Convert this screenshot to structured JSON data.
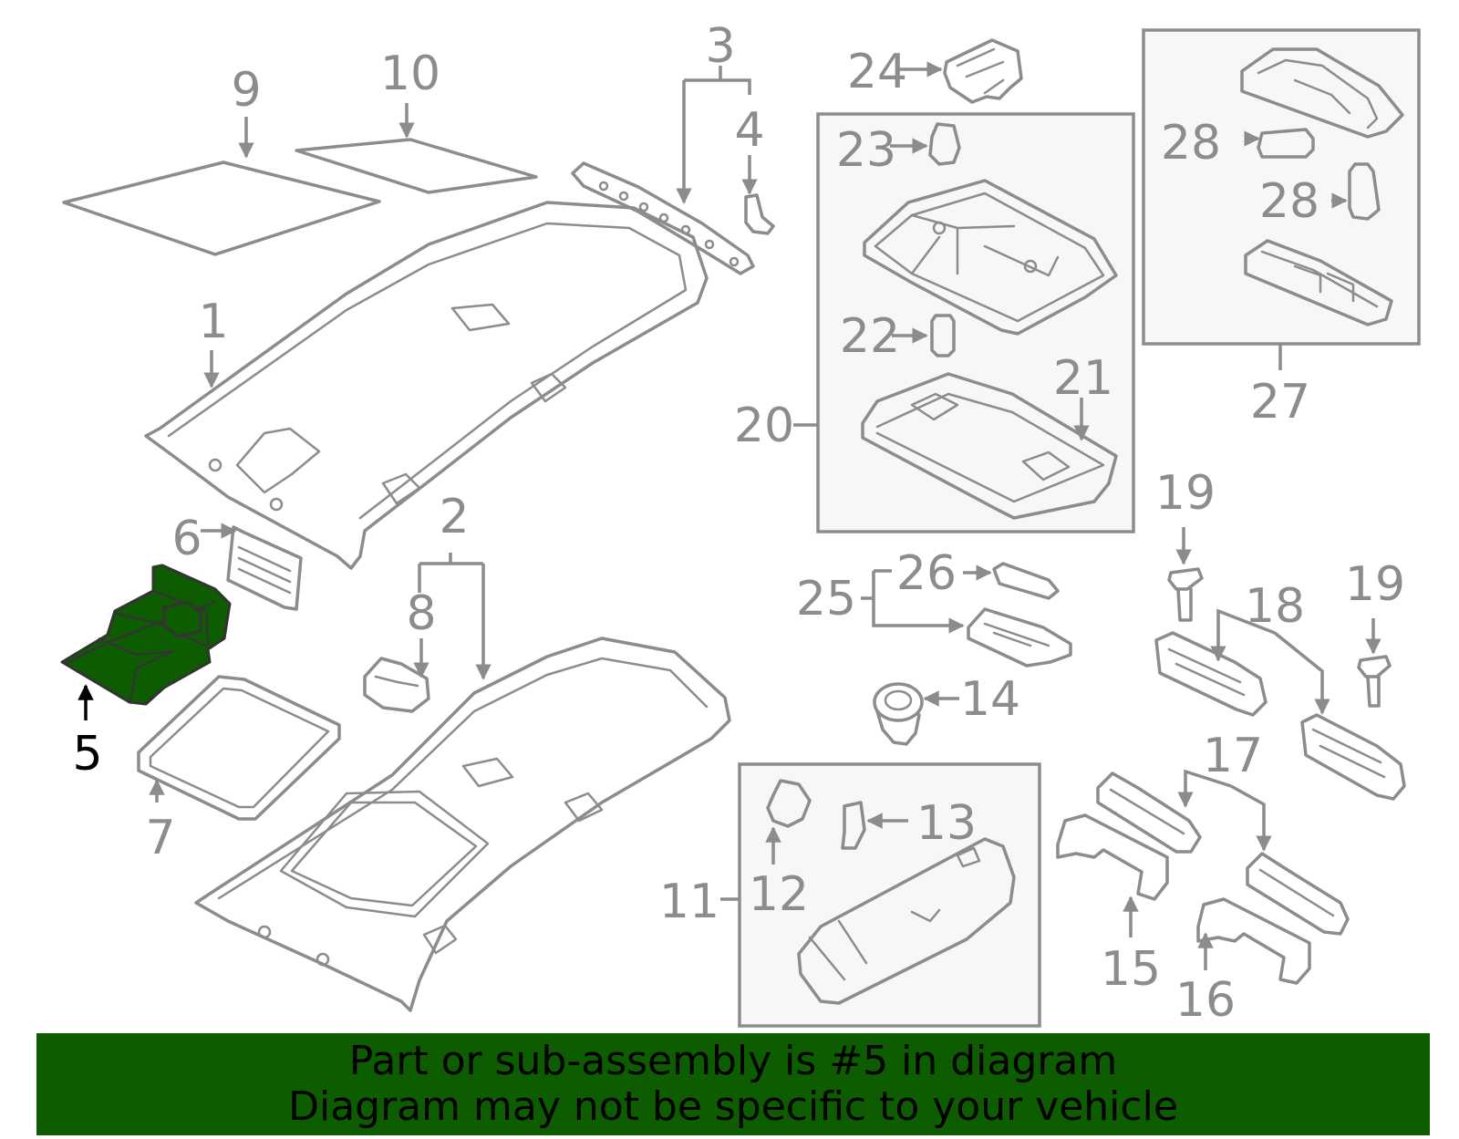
{
  "diagram": {
    "highlight_color": "#0d5c00",
    "line_color": "#8c8c8c",
    "highlighted_callout": "5",
    "callouts": {
      "c1": "1",
      "c2": "2",
      "c3": "3",
      "c4": "4",
      "c5": "5",
      "c6": "6",
      "c7": "7",
      "c8": "8",
      "c9": "9",
      "c10": "10",
      "c11": "11",
      "c12": "12",
      "c13": "13",
      "c14": "14",
      "c15": "15",
      "c16": "16",
      "c17": "17",
      "c18": "18",
      "c19a": "19",
      "c19b": "19",
      "c20": "20",
      "c21": "21",
      "c22": "22",
      "c23": "23",
      "c24": "24",
      "c25": "25",
      "c26": "26",
      "c27": "27",
      "c28a": "28",
      "c28b": "28"
    }
  },
  "banner": {
    "line1": "Part or sub-assembly is #5 in diagram",
    "line2": "Diagram may not be specific to your vehicle"
  }
}
